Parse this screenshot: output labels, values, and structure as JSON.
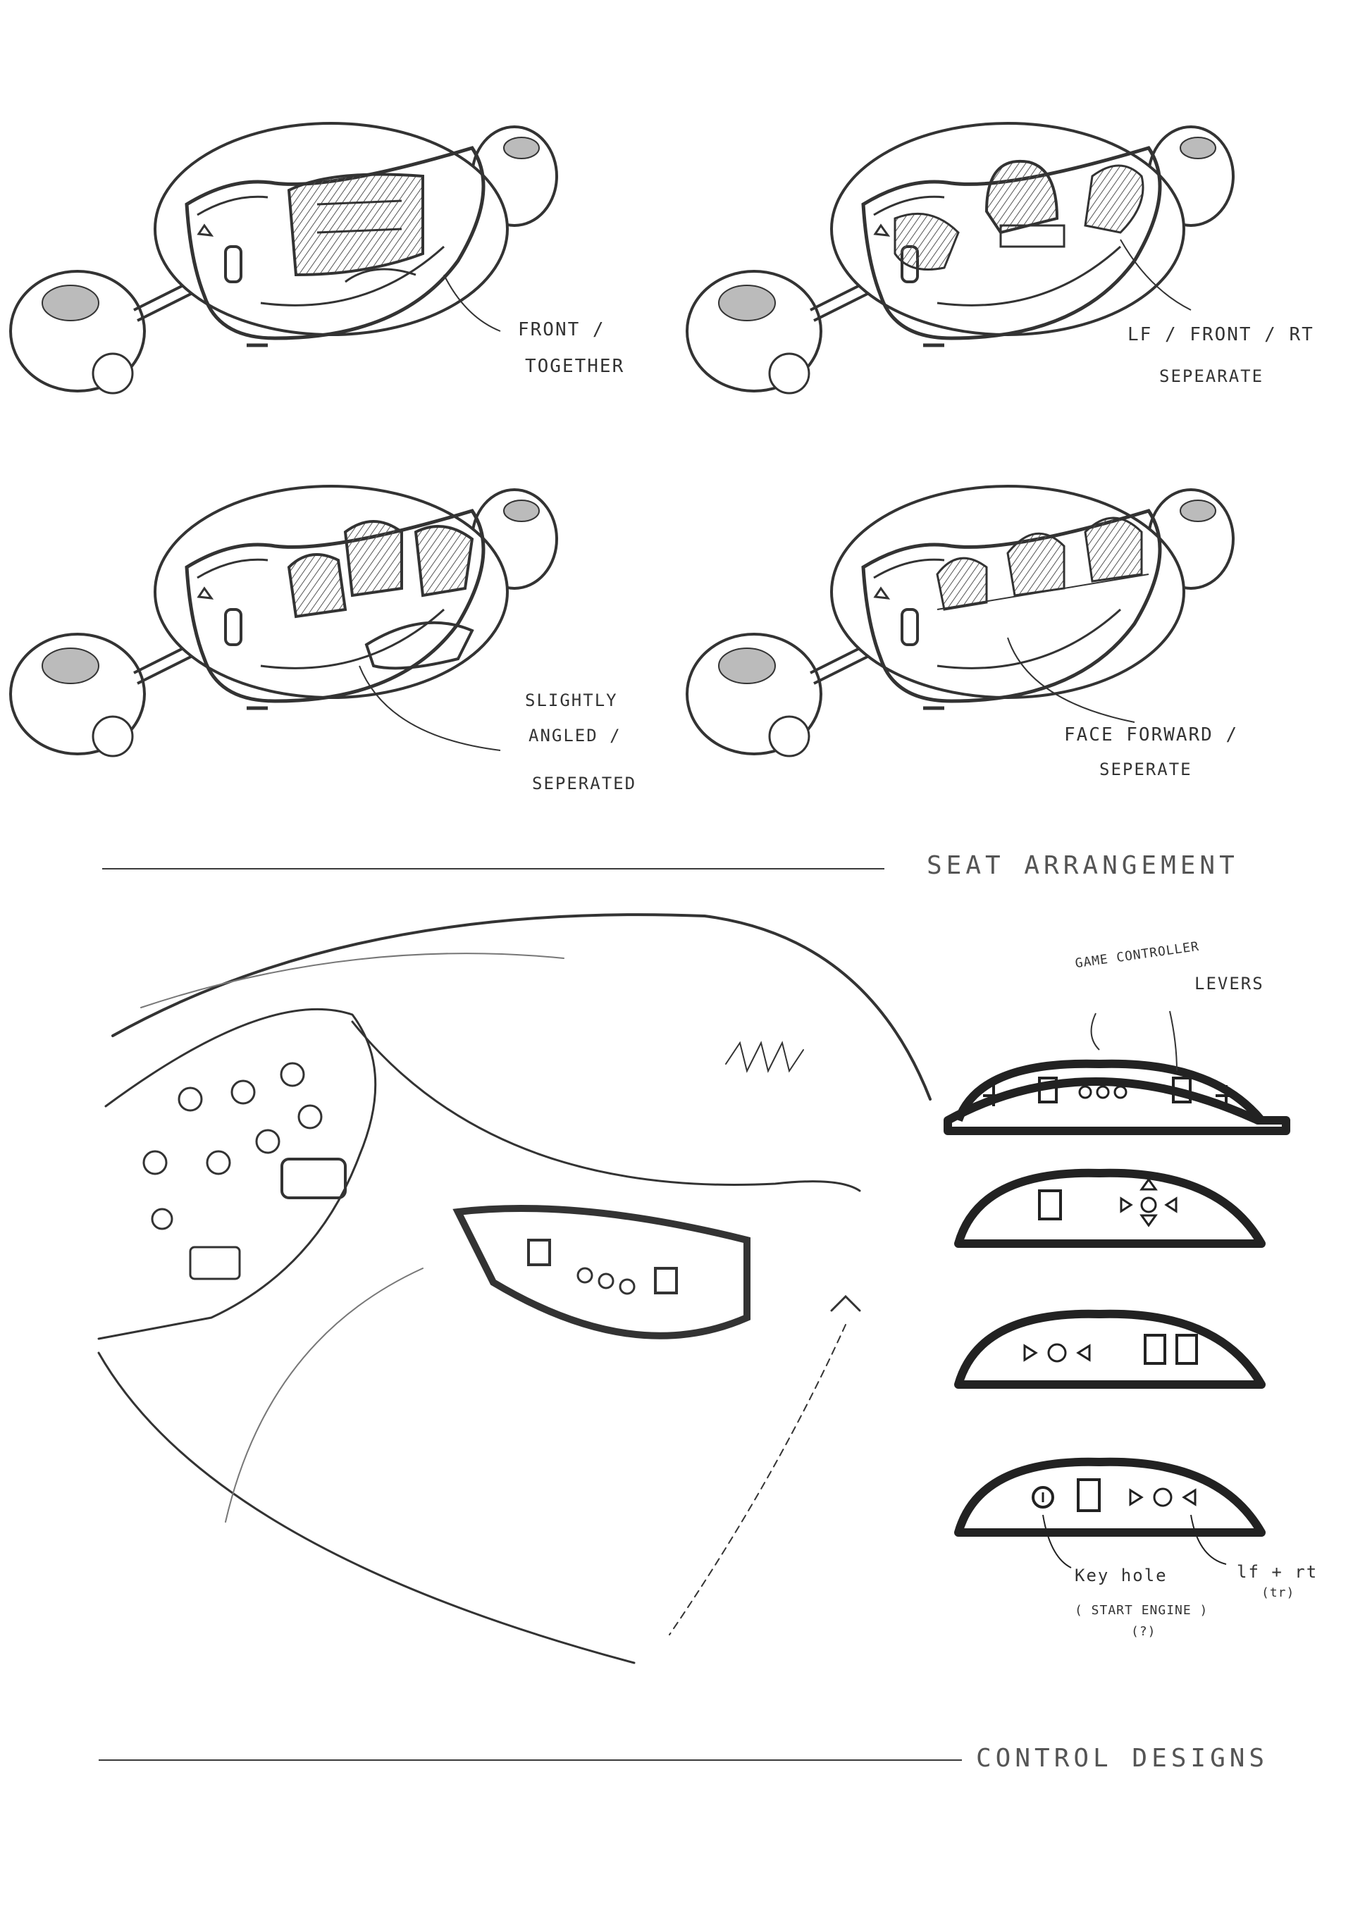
{
  "seat_section": {
    "title": "SEAT ARRANGEMENT",
    "variants": [
      {
        "line1": "FRONT /",
        "line2": "TOGETHER"
      },
      {
        "line1": "Lf / FRONT / RT",
        "line2": "SEPEARATE"
      },
      {
        "line1": "SLIGHTLY",
        "line2": "ANGLED /",
        "line3": "SEPERATED"
      },
      {
        "line1": "FACE FORWARD /",
        "line2": "SEPERATE"
      }
    ]
  },
  "control_section": {
    "title": "CONTROL DESIGNS",
    "annotations": {
      "game_controller": "GAME CONTROLLER",
      "levers": "LEVERS",
      "key_hole": "Key hole",
      "start_engine": "( START ENGINE )",
      "question": "(?)",
      "lf_rt": "lf + rt",
      "lf_rt_sub": "(tr)"
    }
  }
}
